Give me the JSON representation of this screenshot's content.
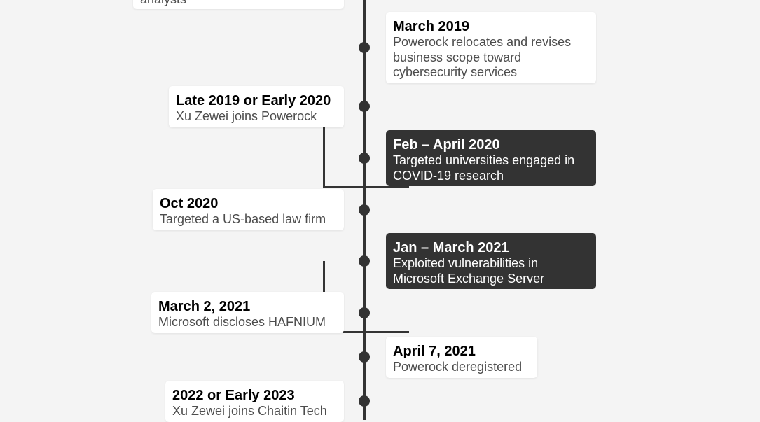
{
  "colors": {
    "background": "#f4f4f4",
    "line": "#333333",
    "card": "#ffffff",
    "card_highlight": "#333333"
  },
  "top_partial": {
    "desc": "analysts"
  },
  "events": [
    {
      "title": "March 2019",
      "desc": "Powerock relocates and revises business scope toward cybersecurity services",
      "highlight": false
    },
    {
      "title": "Late 2019 or Early 2020",
      "desc": "Xu Zewei joins Powerock",
      "highlight": false
    },
    {
      "title": "Feb – April 2020",
      "desc": "Targeted universities engaged in COVID-19 research",
      "highlight": true
    },
    {
      "title": "Oct 2020",
      "desc": "Targeted a US-based law firm",
      "highlight": false
    },
    {
      "title": "Jan – March 2021",
      "desc": "Exploited vulnerabilities in Microsoft Exchange Server",
      "highlight": true
    },
    {
      "title": "March 2, 2021",
      "desc": "Microsoft discloses HAFNIUM",
      "highlight": false
    },
    {
      "title": "April 7, 2021",
      "desc": "Powerock deregistered",
      "highlight": false
    },
    {
      "title": "2022 or Early 2023",
      "desc": "Xu Zewei joins Chaitin Tech",
      "highlight": false
    }
  ]
}
